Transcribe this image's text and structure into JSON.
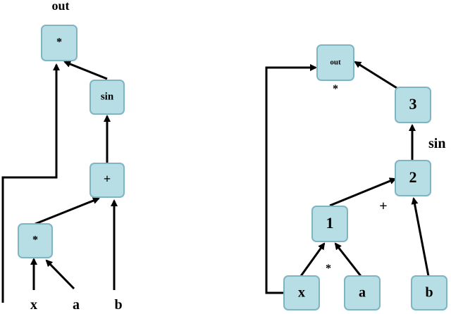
{
  "left_graph": {
    "title": "out",
    "node_mult_top": "*",
    "node_sin": "sin",
    "node_plus": "+",
    "node_mult_bottom": "*",
    "input_x": "x",
    "input_a": "a",
    "input_b": "b"
  },
  "right_graph": {
    "node_out": "out",
    "label_out_op": "*",
    "node_3": "3",
    "label_sin": "sin",
    "node_2": "2",
    "label_plus": "+",
    "node_1": "1",
    "label_mult": "*",
    "node_x": "x",
    "node_a": "a",
    "node_b": "b"
  },
  "colors": {
    "node_fill": "#b7dde5",
    "node_border": "#7fb5c2",
    "edge": "#000000"
  }
}
